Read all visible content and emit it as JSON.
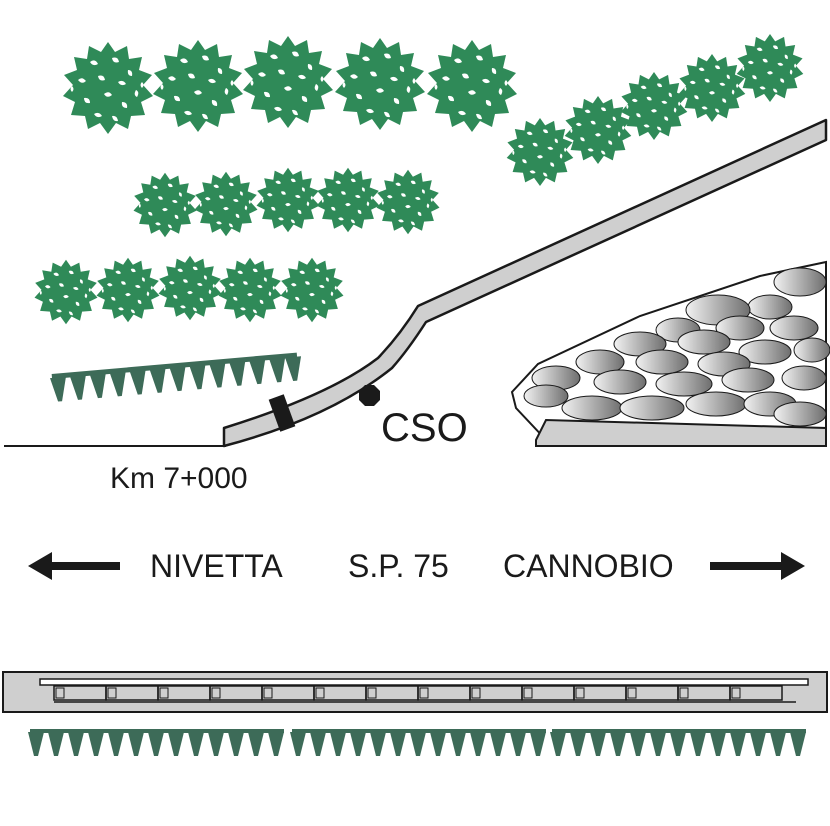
{
  "labels": {
    "cso": "CSO",
    "km": "Km 7+000",
    "left_direction": "NIVETTA",
    "road": "S.P. 75",
    "right_direction": "CANNOBIO"
  },
  "colors": {
    "vegetation": "#2f8a58",
    "vegetation_light": "#ffffff",
    "spikes": "#3d6b58",
    "road_fill": "#cfcfcf",
    "outline": "#1a1a1a",
    "arrow": "#1a1a1a",
    "rock_light": "#f2f2f2",
    "rock_dark": "#6e6e6e"
  },
  "icons": [
    "shrub-icon",
    "spike-icon",
    "arrow-left-icon",
    "arrow-right-icon",
    "rock-icon"
  ]
}
